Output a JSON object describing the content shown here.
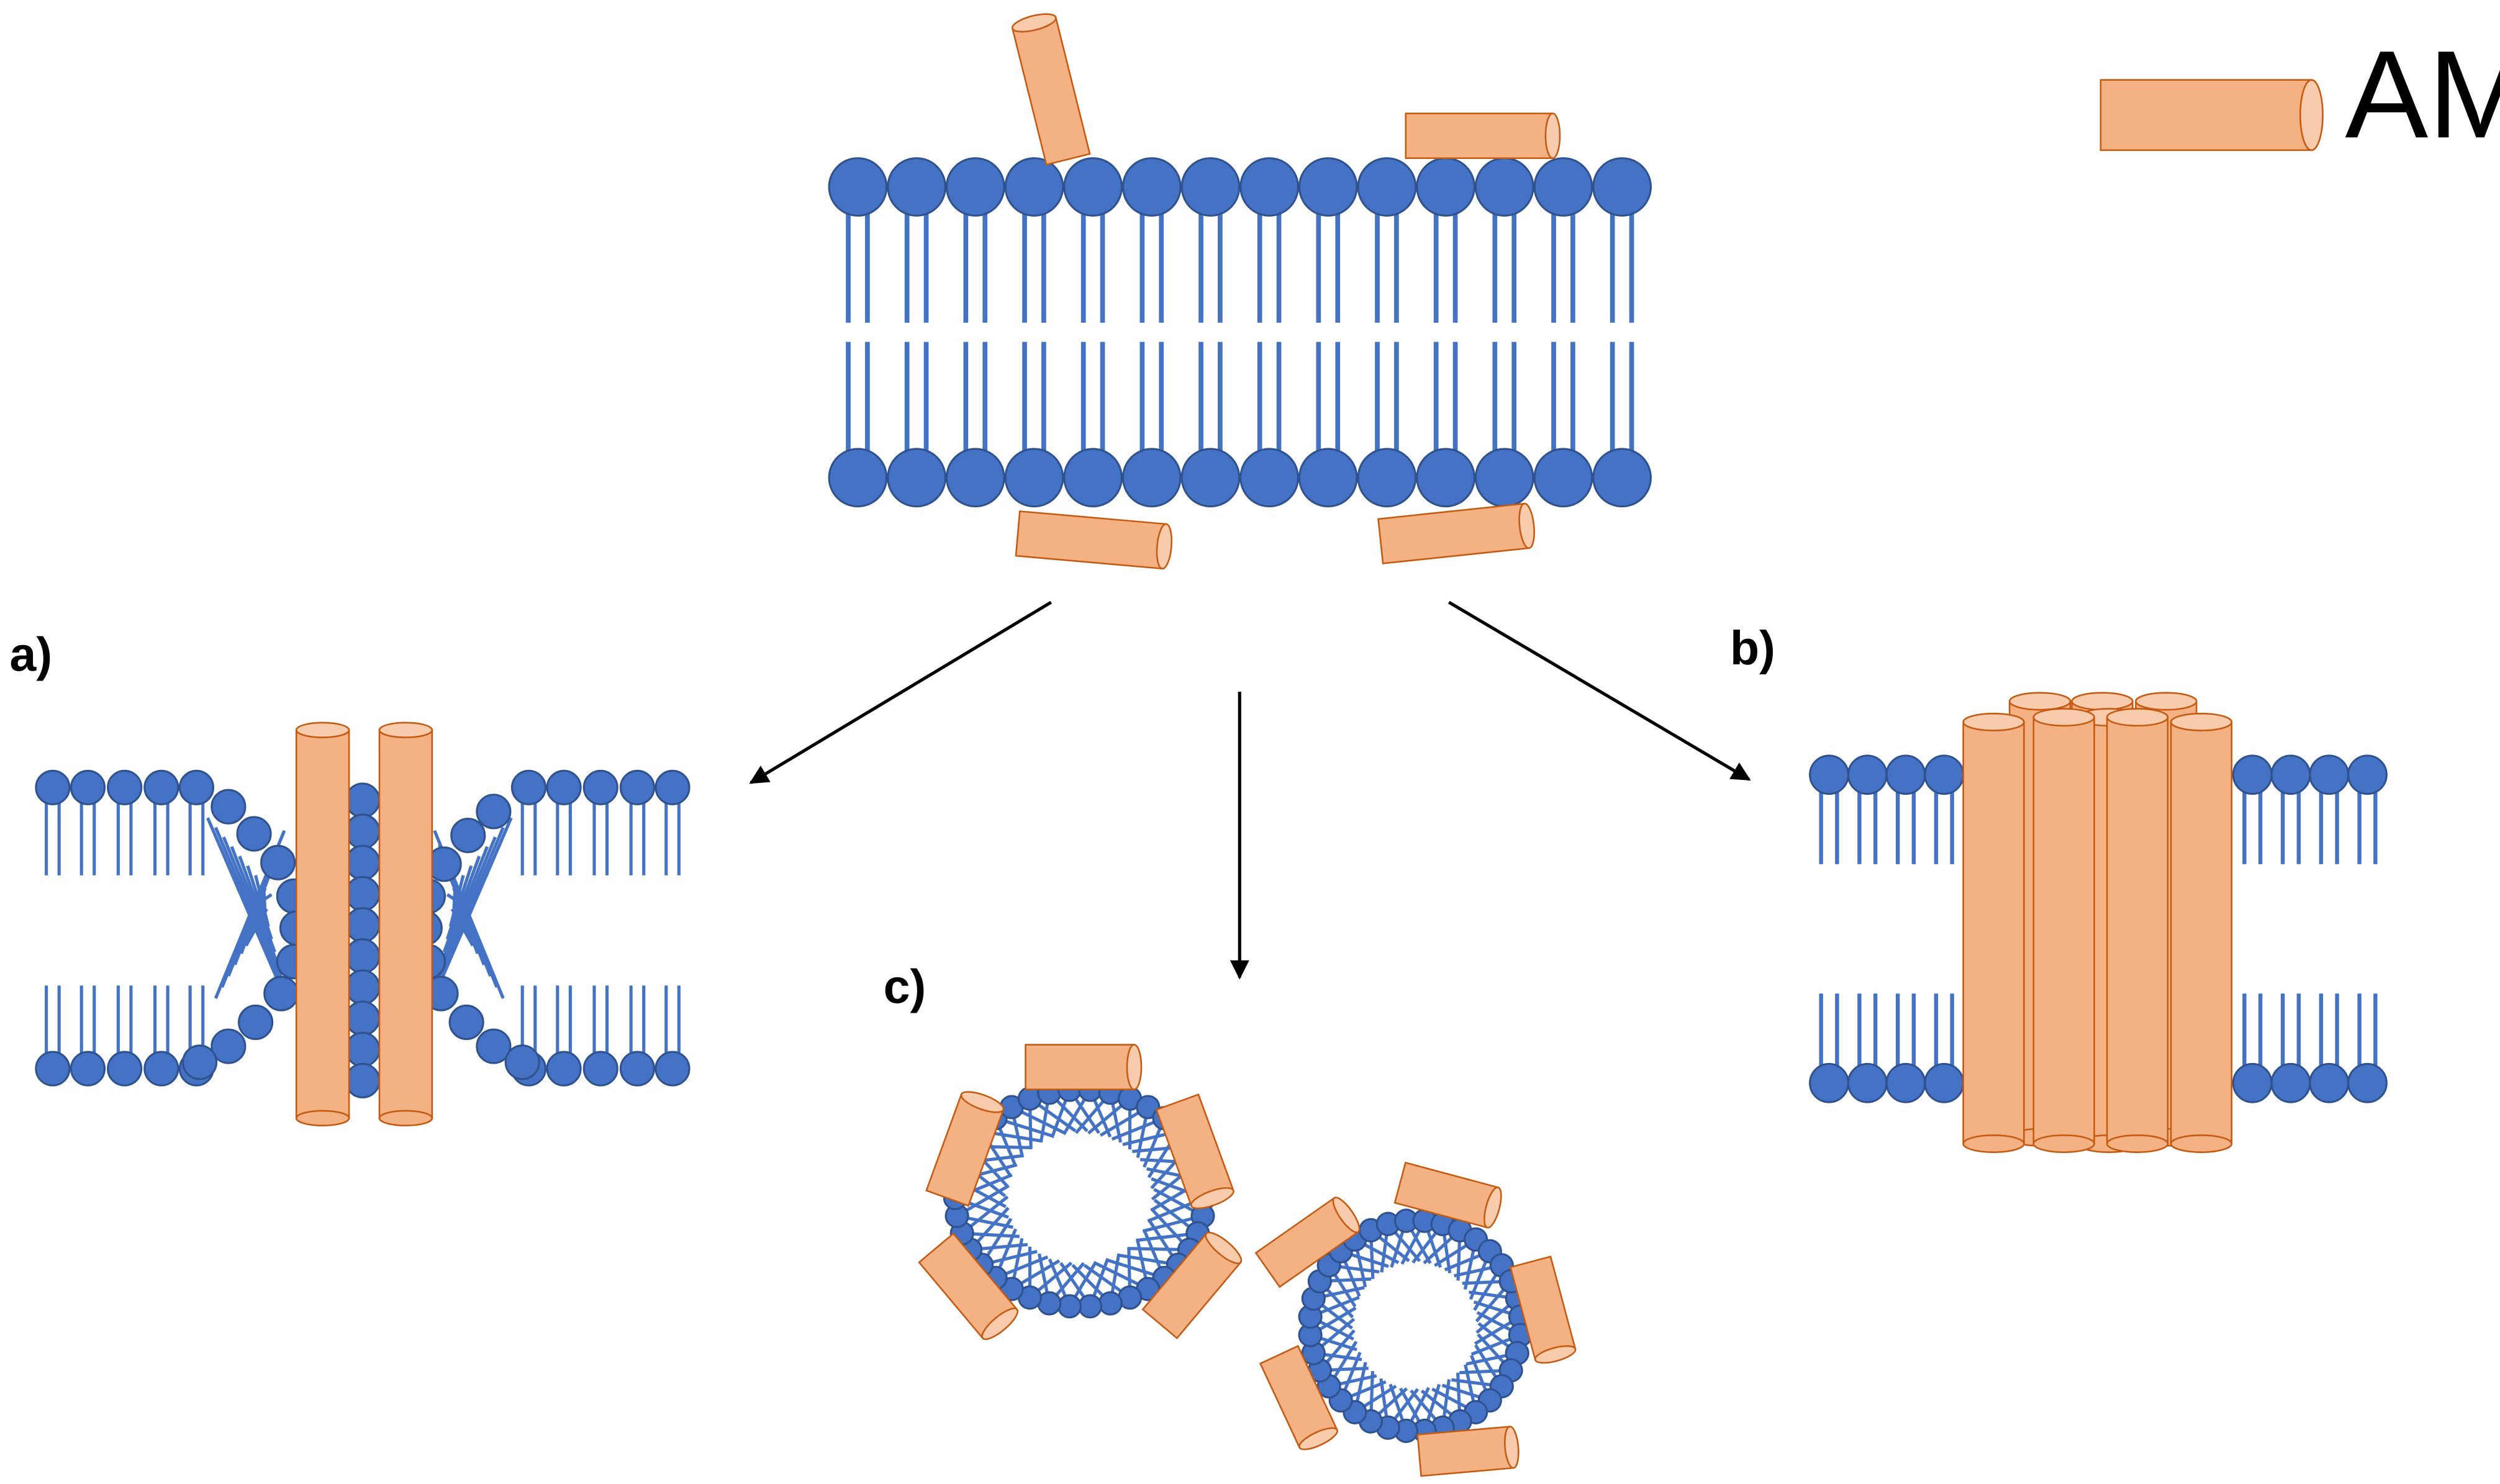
{
  "legend": {
    "label": "AMPs"
  },
  "panels": {
    "a": {
      "label": "a)"
    },
    "b": {
      "label": "b)"
    },
    "c": {
      "label": "c)"
    }
  },
  "colors": {
    "lipid": "#4472c4",
    "lipid_stroke": "#2f528f",
    "peptide": "#f4b183",
    "peptide_stroke": "#c55a11",
    "arrow": "#000000"
  },
  "icons": [
    "phospholipid-head",
    "lipid-tail",
    "amp-cylinder",
    "arrow"
  ]
}
